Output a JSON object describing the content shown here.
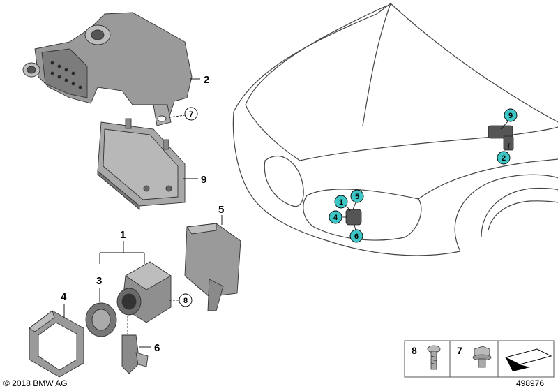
{
  "parts": {
    "p1": "1",
    "p2": "2",
    "p3": "3",
    "p4": "4",
    "p5": "5",
    "p6": "6",
    "p7": "7",
    "p8": "8",
    "p9": "9"
  },
  "car_callouts": {
    "c9": "9",
    "c2": "2",
    "c1": "1",
    "c5": "5",
    "c4": "4",
    "c6": "6"
  },
  "callout_color": "#3ec6c6",
  "legend": {
    "item8": "8",
    "item7": "7"
  },
  "footer": {
    "copyright": "© 2018 BMW AG",
    "diagram_number": "498976"
  }
}
